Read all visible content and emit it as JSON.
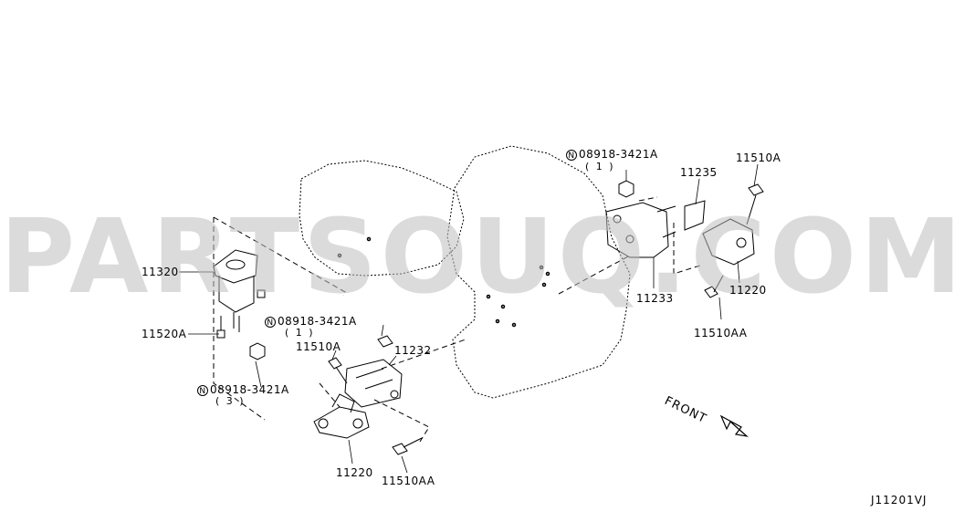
{
  "diagram_code": "J11201VJ",
  "watermark": "PARTSOUQ.COM",
  "front_label": "FRONT",
  "labels": {
    "p_08918_top": "08918-3421A",
    "p_08918_top_qty": "( 1 )",
    "p_11235": "11235",
    "p_11510A_top": "11510A",
    "p_11320": "11320",
    "p_11233": "11233",
    "p_11220_right": "11220",
    "p_11510AA_right": "11510AA",
    "p_11520A": "11520A",
    "p_08918_mid": "08918-3421A",
    "p_08918_mid_qty": "( 1 )",
    "p_11510A_mid": "11510A",
    "p_11232": "11232",
    "p_08918_left": "08918-3421A",
    "p_08918_left_qty": "( 3 )",
    "p_11220_bottom": "11220",
    "p_11510AA_bottom": "11510AA"
  },
  "nut_symbol": "N",
  "colors": {
    "line": "#000000",
    "watermark": "#bebebe"
  }
}
